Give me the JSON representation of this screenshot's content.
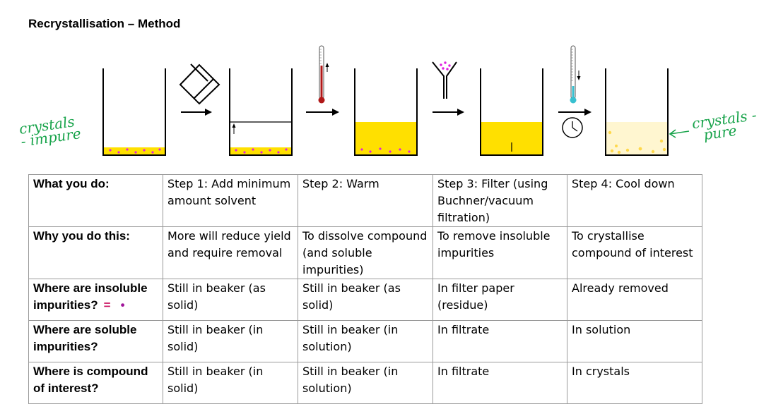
{
  "title": "Recrystallisation – Method",
  "annotations": {
    "left_line1": "crystals",
    "left_line2": "- impure",
    "right_line1": "crystals -",
    "right_line2": "pure",
    "insoluble_mark": "=",
    "insoluble_dot": "•"
  },
  "colors": {
    "solution": "#ffe000",
    "cooled": "#fff6d0",
    "impurity": "#e020e0",
    "crystal": "#ffd84a",
    "thermometer_hot": "#b01818",
    "thermometer_cold": "#38c0d0",
    "annotation": "#17a34a"
  },
  "icons": [
    "beaker-icon",
    "solvent-bottle-icon",
    "arrow-right-icon",
    "thermometer-hot-icon",
    "funnel-icon",
    "thermometer-cold-icon",
    "clock-icon"
  ],
  "table": {
    "rows": [
      {
        "header": "What you do:",
        "cells": [
          "Step 1: Add minimum amount solvent",
          "Step 2: Warm",
          "Step 3: Filter (using Buchner/vacuum filtration)",
          "Step 4: Cool down"
        ]
      },
      {
        "header": "Why you do this:",
        "cells": [
          "More will reduce yield and require removal",
          "To dissolve compound (and soluble impurities)",
          "To remove insoluble impurities",
          "To crystallise compound of interest"
        ]
      },
      {
        "header": "Where are insoluble impurities?",
        "cells": [
          "Still in beaker (as solid)",
          "Still in beaker (as solid)",
          "In filter paper (residue)",
          "Already removed"
        ]
      },
      {
        "header": "Where are soluble impurities?",
        "cells": [
          "Still in beaker (in solid)",
          "Still in beaker (in solution)",
          "In filtrate",
          "In solution"
        ]
      },
      {
        "header": "Where is compound of interest?",
        "cells": [
          "Still in beaker (in solid)",
          "Still in beaker (in solution)",
          "In filtrate",
          "In crystals"
        ]
      }
    ]
  }
}
